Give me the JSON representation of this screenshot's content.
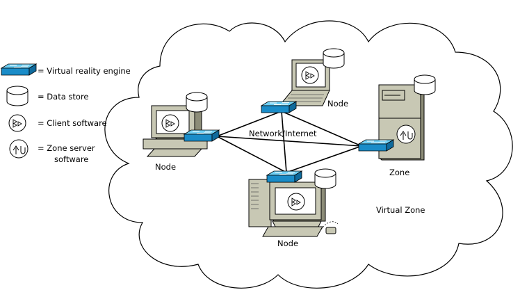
{
  "legend": {
    "engine": "= Virtual reality engine",
    "store": "= Data store",
    "client": "= Client software",
    "zone_line1": "= Zone server",
    "zone_line2": "software"
  },
  "labels": {
    "network": "Network/Internet",
    "node_left": "Node",
    "node_top": "Node",
    "node_bottom": "Node",
    "zone": "Zone",
    "virtual_zone": "Virtual Zone"
  },
  "colors": {
    "engine_top": "#38b3e6",
    "engine_side": "#1a7fb4",
    "device": "#c8c8b4",
    "device_dark": "#8c8c78"
  }
}
